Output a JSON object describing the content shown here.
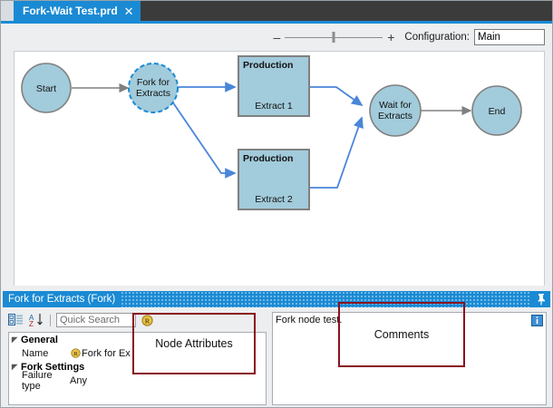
{
  "window": {
    "tab": {
      "title": "Fork-Wait Test.prd",
      "close_icon": "close-icon"
    }
  },
  "toolbar": {
    "zoom_out_label": "–",
    "zoom_in_label": "+",
    "zoom_slider_position_percent": 50,
    "configuration_label": "Configuration:",
    "configuration_value": "Main"
  },
  "canvas": {
    "nodes": [
      {
        "id": "start",
        "type": "circle",
        "label": "Start",
        "selected": false
      },
      {
        "id": "fork",
        "type": "circle",
        "label_line1": "Fork for",
        "label_line2": "Extracts",
        "selected": true
      },
      {
        "id": "production1",
        "type": "box",
        "title": "Production",
        "label": "Extract 1",
        "selected": false
      },
      {
        "id": "production2",
        "type": "box",
        "title": "Production",
        "label": "Extract 2",
        "selected": false
      },
      {
        "id": "wait",
        "type": "circle",
        "label_line1": "Wait for",
        "label_line2": "Extracts",
        "selected": false
      },
      {
        "id": "end",
        "type": "circle",
        "label": "End",
        "selected": false
      }
    ],
    "colors": {
      "node_fill": "#a2cbdb",
      "node_border": "#808080",
      "selected_border": "#1a8ad4",
      "connector_gray": "#808080",
      "connector_blue": "#4a86d8"
    }
  },
  "panel": {
    "header_title": "Fork for Extracts (Fork)",
    "pin_icon": "pin-icon",
    "propgrid": {
      "categorized_icon": "categorized-view-icon",
      "sort_icon": "alphabetical-sort-icon",
      "search_placeholder": "Quick Search",
      "search_value": "",
      "options_icon": "options-icon",
      "categories": [
        {
          "name": "General",
          "rows": [
            {
              "name": "Name",
              "badge": "restricted-icon",
              "value": "Fork for Ex"
            }
          ]
        },
        {
          "name": "Fork Settings",
          "rows": [
            {
              "name": "Failure type",
              "badge": "",
              "value": "Any"
            }
          ]
        }
      ]
    },
    "comments": {
      "text": "Fork node test.",
      "info_icon": "info-icon"
    }
  },
  "annotations": [
    {
      "id": "node-attributes",
      "label": "Node Attributes",
      "color": "#8a1220"
    },
    {
      "id": "comments",
      "label": "Comments",
      "color": "#8a1220"
    }
  ]
}
